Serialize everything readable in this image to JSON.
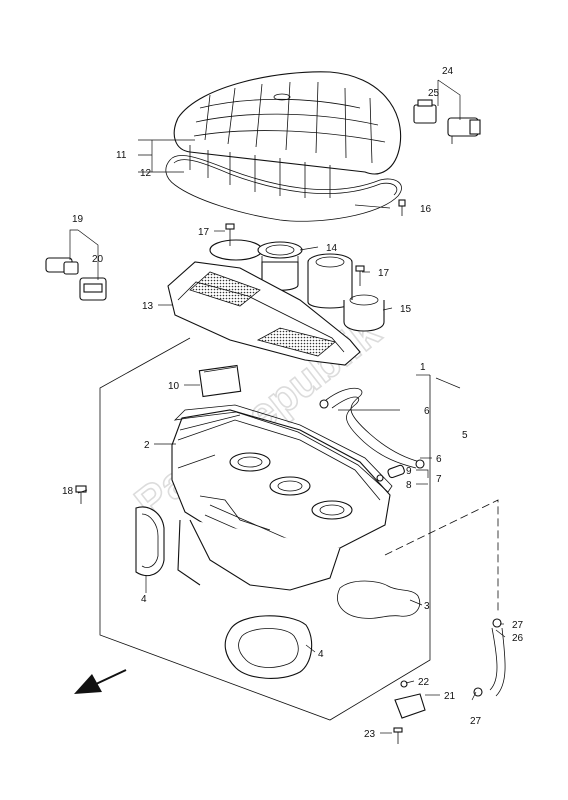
{
  "watermark": "PartsRepublik",
  "callouts": {
    "c1": "1",
    "c2": "2",
    "c3": "3",
    "c4a": "4",
    "c4b": "4",
    "c5": "5",
    "c6a": "6",
    "c6b": "6",
    "c7": "7",
    "c8": "8",
    "c9": "9",
    "c10": "10",
    "c11": "11",
    "c12": "12",
    "c13": "13",
    "c14": "14",
    "c15": "15",
    "c16": "16",
    "c17a": "17",
    "c17b": "17",
    "c18": "18",
    "c19": "19",
    "c20": "20",
    "c21": "21",
    "c22": "22",
    "c23": "23",
    "c24": "24",
    "c25": "25",
    "c26": "26",
    "c27a": "27",
    "c27b": "27"
  },
  "icons": {
    "direction_arrow": "front-direction-arrow-icon"
  }
}
